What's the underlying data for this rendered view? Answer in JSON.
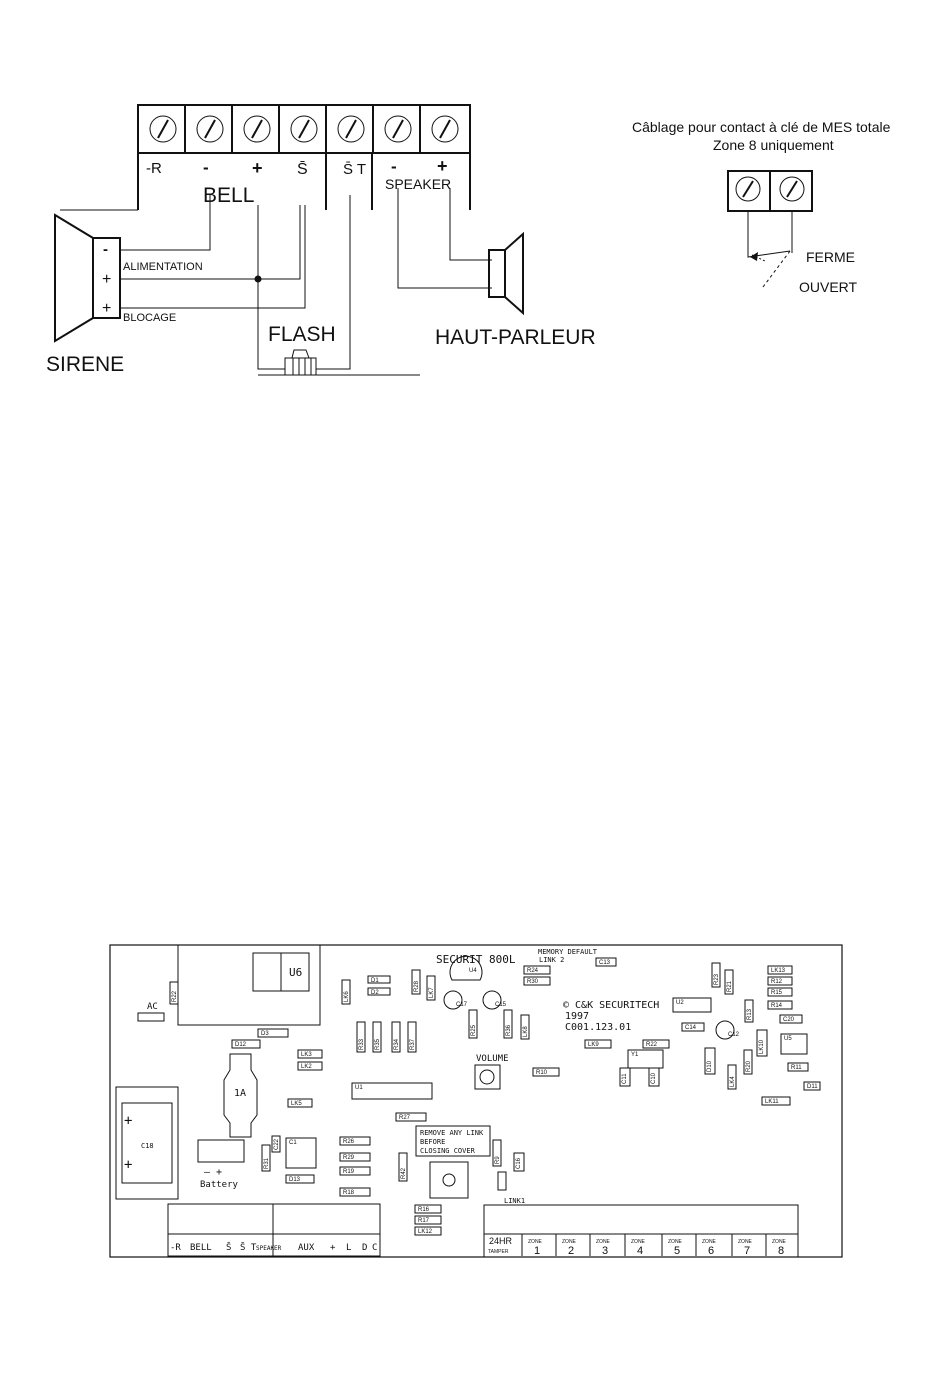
{
  "wiring": {
    "terminals": [
      "-R",
      "-",
      "+",
      "S̄",
      "S̄ T",
      "-",
      "+"
    ],
    "bell_label": "BELL",
    "speaker_label": "SPEAKER",
    "siren": {
      "label": "SIRENE",
      "signs": [
        "-",
        "+",
        "+"
      ],
      "alimentation": "ALIMENTATION",
      "blocage": "BLOCAGE"
    },
    "flash_label": "FLASH",
    "speaker_unit_label": "HAUT-PARLEUR"
  },
  "key_switch": {
    "caption_line1": "Câblage pour contact à clé de MES totale",
    "caption_line2": "Zone 8 uniquement",
    "closed_label": "FERME",
    "open_label": "OUVERT"
  },
  "pcb": {
    "model": "SECURIT 800L",
    "memory_default": "MEMORY DEFAULT",
    "link2": "LINK 2",
    "copyright": "© C&K SECURITECH",
    "year": "1997",
    "part_number": "C001.123.01",
    "volume": "VOLUME",
    "notice": [
      "REMOVE ANY LINK",
      "BEFORE",
      "CLOSING COVER"
    ],
    "link1": "LINK1",
    "ac": "AC",
    "battery": "Battery",
    "battery_signs": "—   +",
    "fuse": "1A",
    "terminal_block_left": [
      "-R",
      "BELL",
      "S̄",
      "S̄ T",
      "SPEAKER",
      "AUX",
      "+",
      "L",
      "D",
      "C"
    ],
    "tamper": [
      "24HR",
      "TAMPER"
    ],
    "zone_word": "ZONE",
    "zones": [
      "1",
      "2",
      "3",
      "4",
      "5",
      "6",
      "7",
      "8"
    ],
    "components": [
      "U6",
      "R22",
      "D1",
      "D2",
      "LK6",
      "R28",
      "U4",
      "R24",
      "R30",
      "C13",
      "R23",
      "R21",
      "LK13",
      "R12",
      "R15",
      "R14",
      "C20",
      "D3",
      "D12",
      "R33",
      "R35",
      "R34",
      "R37",
      "LK7",
      "C17",
      "R25",
      "C15",
      "R36",
      "LK8",
      "U2",
      "C14",
      "C12",
      "R13",
      "LK10",
      "U5",
      "LK3",
      "LK2",
      "LK5",
      "LK4",
      "U1",
      "R27",
      "R10",
      "LK9",
      "R22",
      "Y1",
      "C11",
      "C10",
      "D10",
      "R20",
      "R11",
      "D11",
      "LK11",
      "C16",
      "C22",
      "C1",
      "R31",
      "D13",
      "R26",
      "R29",
      "R19",
      "R18",
      "R42",
      "R16",
      "R17",
      "LK12",
      "R9",
      "C18",
      "LK1"
    ]
  }
}
